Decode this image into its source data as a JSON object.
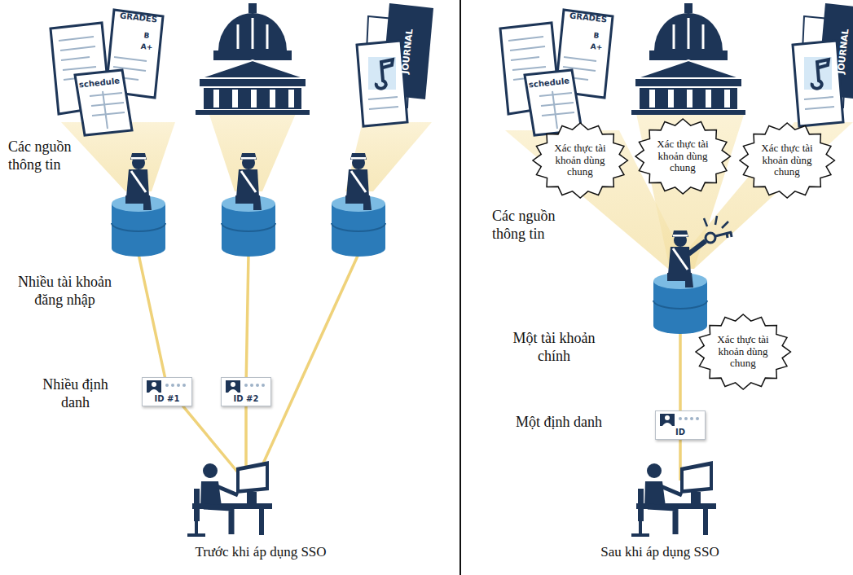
{
  "diagram": {
    "nodes": [
      {
        "text": [
          "ID #1"
        ]
      },
      {
        "text": [
          "ID #2"
        ]
      },
      {
        "text": [
          "Xác thực tài khoản dùng chung"
        ]
      },
      {
        "text": [
          "Xác thực tài khoản dùng chung"
        ]
      },
      {
        "text": [
          "Xác thực tài khoản dùng chung"
        ]
      },
      {
        "text": [
          "Xác thực tài khoản dùng chung"
        ]
      },
      {
        "text": [
          "ID"
        ]
      }
    ],
    "labels": [
      "Các nguồn thông tin",
      "Nhiều tài khoản đăng nhập",
      "Nhiều định danh",
      "Trước khi áp dụng SSO",
      "Các nguồn thông tin",
      "Một tài khoản chính",
      "Một định danh",
      "Sau khi áp dụng SSO",
      "GRADES",
      "B",
      "A+",
      "schedule",
      "JOURNAL",
      "GRADES",
      "B",
      "A+",
      "schedule",
      "JOURNAL"
    ]
  }
}
